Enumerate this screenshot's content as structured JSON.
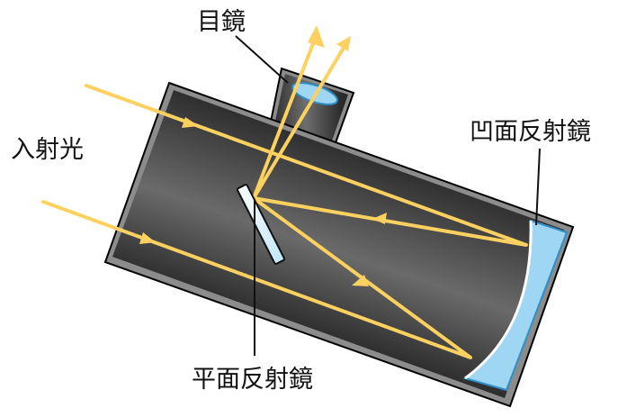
{
  "labels": {
    "eyepiece": "目鏡",
    "incident_light": "入射光",
    "concave_mirror": "凹面反射鏡",
    "flat_mirror": "平面反射鏡"
  },
  "colors": {
    "ray": "#FDD160",
    "tube_dark": "#2B2B2B",
    "tube_rim": "#8C8C8C",
    "mirror_fill": "#9ED6F4",
    "mirror_edge": "#2F8FC9",
    "leader": "#111111"
  },
  "icons": {
    "ray_arrow": "arrowhead-icon",
    "direction_marker": "triangle-marker-icon"
  }
}
